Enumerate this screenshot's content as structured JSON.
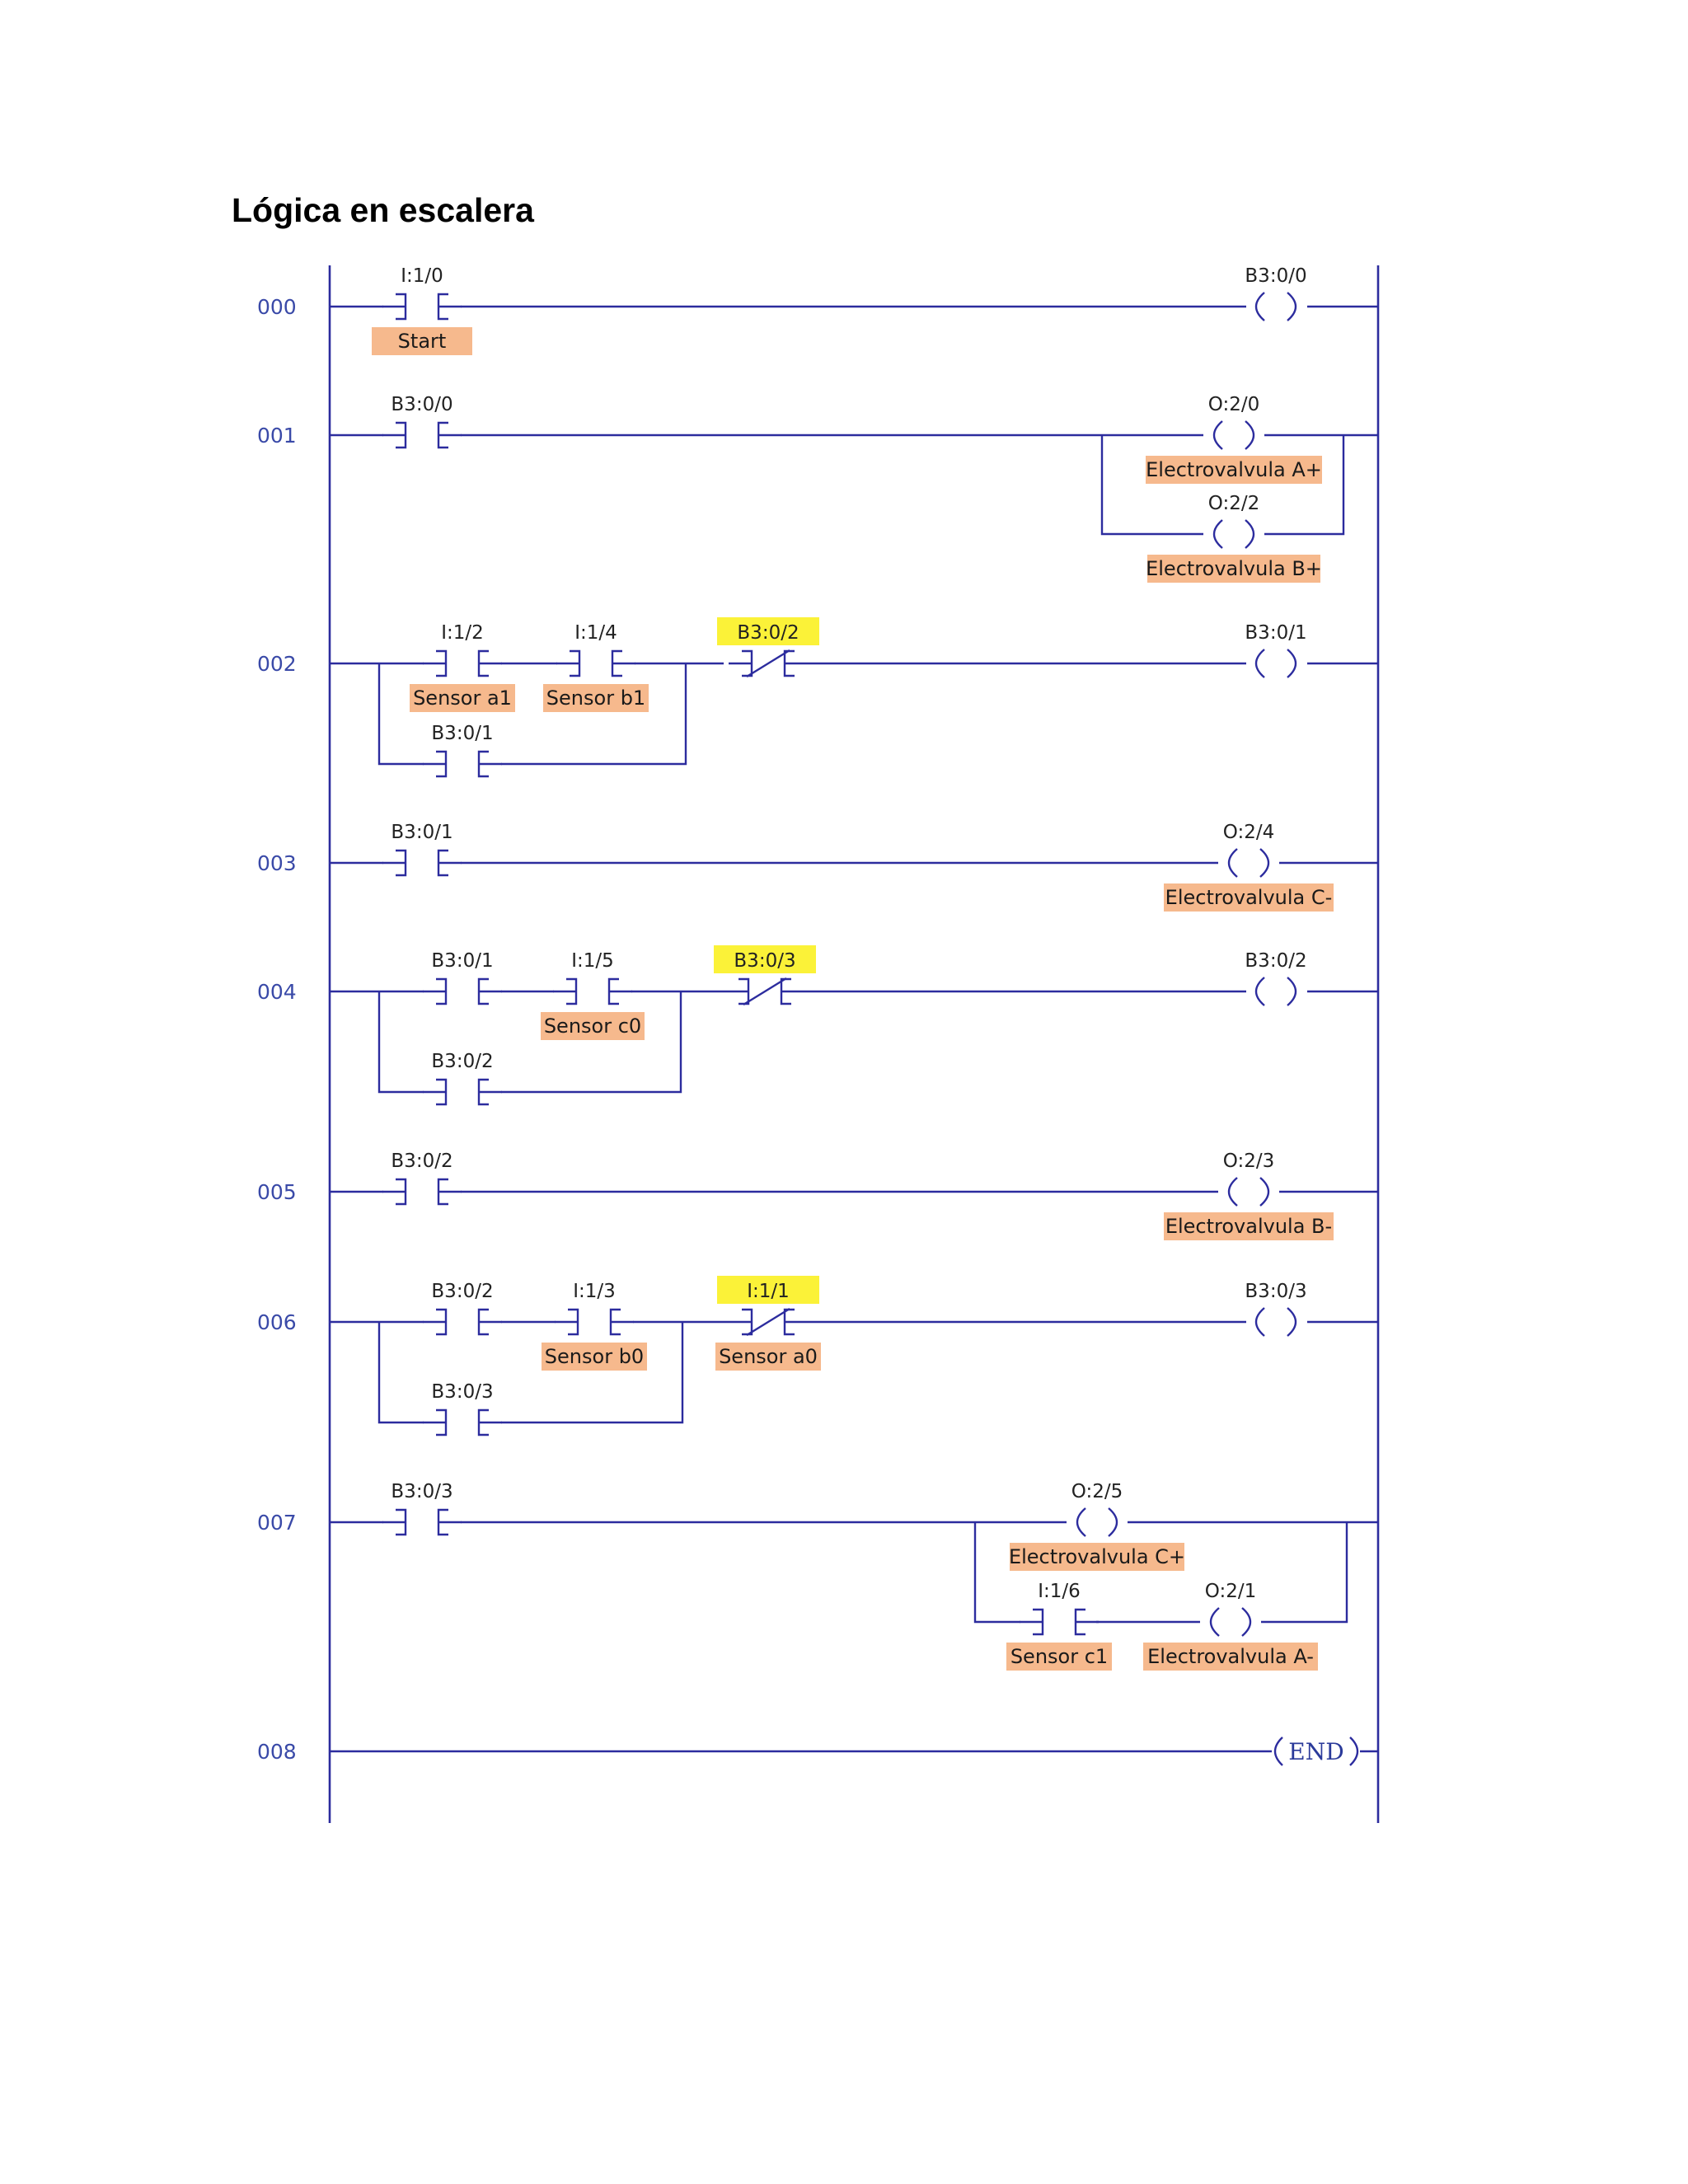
{
  "title": "Lógica en escalera",
  "colors": {
    "wire": "#2c2c9e",
    "tag_bg": "#f6b98d",
    "highlight_bg": "#fbf238",
    "rung_number": "#3a4aa8"
  },
  "rungs": [
    {
      "num": "000"
    },
    {
      "num": "001"
    },
    {
      "num": "002"
    },
    {
      "num": "003"
    },
    {
      "num": "004"
    },
    {
      "num": "005"
    },
    {
      "num": "006"
    },
    {
      "num": "007"
    },
    {
      "num": "008"
    }
  ],
  "elements": {
    "r0_contact": {
      "addr": "I:1/0",
      "tag": "Start"
    },
    "r0_coil": {
      "addr": "B3:0/0"
    },
    "r1_contact": {
      "addr": "B3:0/0"
    },
    "r1_coil1": {
      "addr": "O:2/0",
      "tag": "Electrovalvula A+"
    },
    "r1_coil2": {
      "addr": "O:2/2",
      "tag": "Electrovalvula B+"
    },
    "r2_c1": {
      "addr": "I:1/2",
      "tag": "Sensor a1"
    },
    "r2_c2": {
      "addr": "I:1/4",
      "tag": "Sensor b1"
    },
    "r2_seal": {
      "addr": "B3:0/1"
    },
    "r2_nc": {
      "addr": "B3:0/2"
    },
    "r2_coil": {
      "addr": "B3:0/1"
    },
    "r3_contact": {
      "addr": "B3:0/1"
    },
    "r3_coil": {
      "addr": "O:2/4",
      "tag": "Electrovalvula C-"
    },
    "r4_c1": {
      "addr": "B3:0/1"
    },
    "r4_c2": {
      "addr": "I:1/5",
      "tag": "Sensor c0"
    },
    "r4_seal": {
      "addr": "B3:0/2"
    },
    "r4_nc": {
      "addr": "B3:0/3"
    },
    "r4_coil": {
      "addr": "B3:0/2"
    },
    "r5_contact": {
      "addr": "B3:0/2"
    },
    "r5_coil": {
      "addr": "O:2/3",
      "tag": "Electrovalvula B-"
    },
    "r6_c1": {
      "addr": "B3:0/2"
    },
    "r6_c2": {
      "addr": "I:1/3",
      "tag": "Sensor b0"
    },
    "r6_seal": {
      "addr": "B3:0/3"
    },
    "r6_nc": {
      "addr": "I:1/1",
      "tag": "Sensor a0"
    },
    "r6_coil": {
      "addr": "B3:0/3"
    },
    "r7_contact": {
      "addr": "B3:0/3"
    },
    "r7_coil1": {
      "addr": "O:2/5",
      "tag": "Electrovalvula C+"
    },
    "r7_c2": {
      "addr": "I:1/6",
      "tag": "Sensor c1"
    },
    "r7_coil2": {
      "addr": "O:2/1",
      "tag": "Electrovalvula A-"
    },
    "r8_end": {
      "label": "END"
    }
  }
}
